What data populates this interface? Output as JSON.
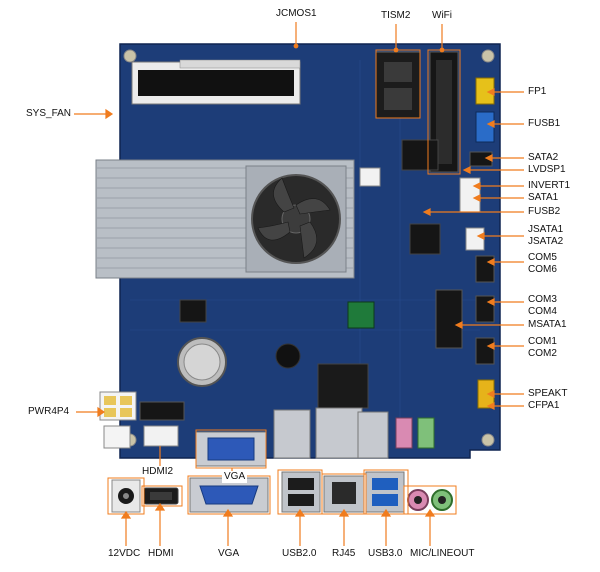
{
  "colors": {
    "board": "#1d3d78",
    "board_dark": "#15305f",
    "leader": "#f07c1e",
    "heatsink": "#b9bfc6",
    "connector_white": "#f2f2f2",
    "port_black": "#1c1c1c",
    "port_blue": "#1f5fbf"
  },
  "labels": {
    "jcmos1": "JCMOS1",
    "tism2": "TISM2",
    "wifi": "WiFi",
    "sys_fan": "SYS_FAN",
    "fp1": "FP1",
    "fusb1": "FUSB1",
    "sata2": "SATA2",
    "lvdsp1": "LVDSP1",
    "invert1": "INVERT1",
    "sata1": "SATA1",
    "fusb2": "FUSB2",
    "jsata1": "JSATA1",
    "jsata2": "JSATA2",
    "com5": "COM5",
    "com6": "COM6",
    "com3": "COM3",
    "com4": "COM4",
    "msata1": "MSATA1",
    "com1": "COM1",
    "com2": "COM2",
    "speakt": "SPEAKT",
    "cfpa1": "CFPA1",
    "pwr4p4": "PWR4P4",
    "hdmi2": "HDMI2",
    "vga_top": "VGA",
    "dc12v": "12VDC",
    "hdmi": "HDMI",
    "vga": "VGA",
    "usb20": "USB2.0",
    "rj45": "RJ45",
    "usb30": "USB3.0",
    "mic_lineout": "MIC/LINEOUT"
  }
}
